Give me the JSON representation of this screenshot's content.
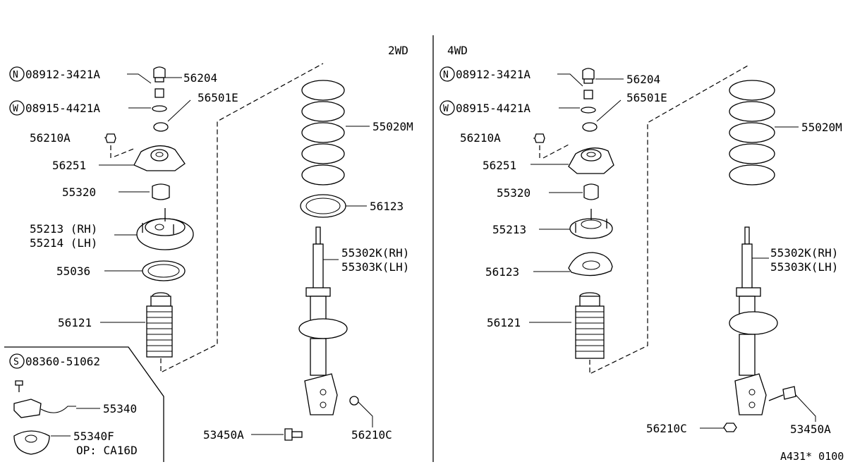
{
  "panel_2wd": {
    "title": "2WD",
    "nut_spec": "08912-3421A",
    "nut_symbol": "N",
    "washer_spec": "08915-4421A",
    "washer_symbol": "W",
    "cap": "56204",
    "seal": "56501E",
    "nut": "56210A",
    "bracket": "56251",
    "bound_bumper": "55320",
    "mount_rh": "55213 (RH)",
    "mount_lh": "55214 (LH)",
    "bearing": "55036",
    "boot": "56121",
    "spring": "55020M",
    "spring_seat": "56123",
    "strut_rh": "55302K(RH)",
    "strut_lh": "55303K(LH)",
    "bolt": "53450A",
    "lower_nut": "56210C"
  },
  "inset": {
    "screw_symbol": "S",
    "screw_spec": "08360-51062",
    "sensor": "55340",
    "sensor_bracket": "55340F",
    "note": "OP: CA16D"
  },
  "panel_4wd": {
    "title": "4WD",
    "nut_spec": "08912-3421A",
    "nut_symbol": "N",
    "washer_spec": "08915-4421A",
    "washer_symbol": "W",
    "cap": "56204",
    "seal": "56501E",
    "nut": "56210A",
    "bracket": "56251",
    "bound_bumper": "55320",
    "mount": "55213",
    "spring_seat": "56123",
    "boot": "56121",
    "spring": "55020M",
    "strut_rh": "55302K(RH)",
    "strut_lh": "55303K(LH)",
    "lower_nut": "56210C",
    "bolt": "53450A"
  },
  "footer": {
    "code": "A431* 0100"
  }
}
